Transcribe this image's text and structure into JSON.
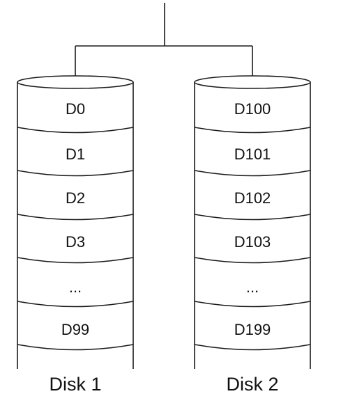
{
  "disks": [
    {
      "label": "Disk 1",
      "blocks": [
        "D0",
        "D1",
        "D2",
        "D3",
        "...",
        "D99"
      ]
    },
    {
      "label": "Disk 2",
      "blocks": [
        "D100",
        "D101",
        "D102",
        "D103",
        "...",
        "D199"
      ]
    }
  ]
}
